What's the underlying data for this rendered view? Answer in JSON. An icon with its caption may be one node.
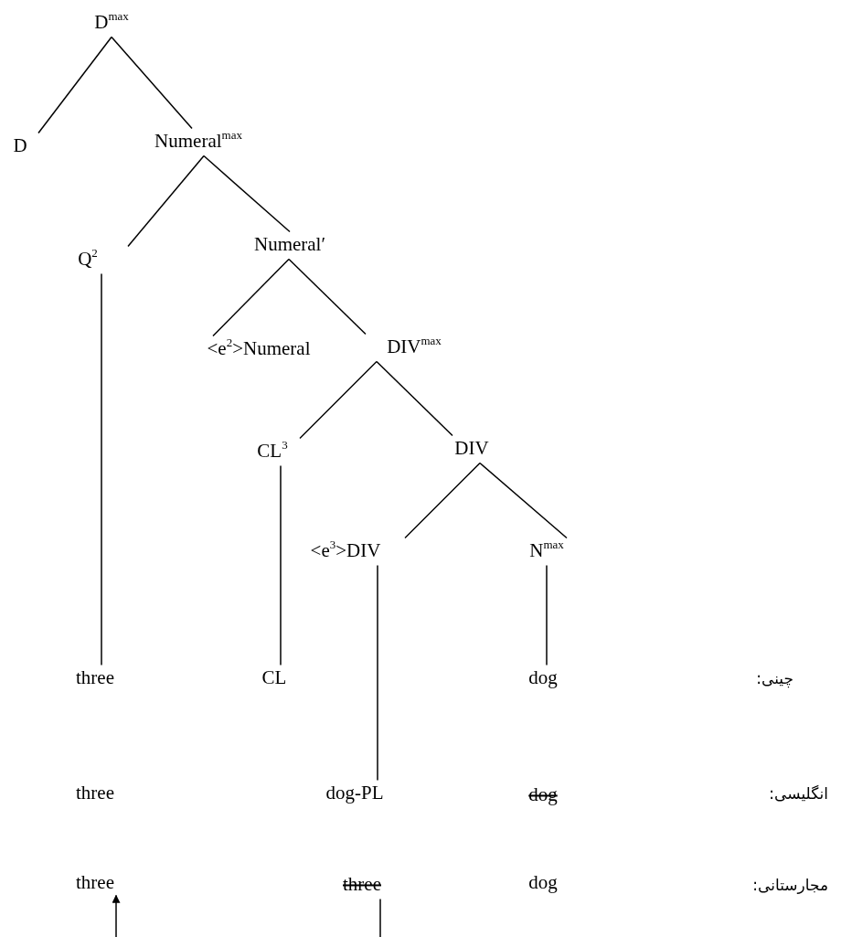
{
  "diagram": {
    "nodes": [
      {
        "text": [
          "D$^{max}$"
        ]
      },
      {
        "text": [
          "D"
        ]
      },
      {
        "text": [
          "Numeral$^{max}$"
        ]
      },
      {
        "text": [
          "Q$^{2}$"
        ]
      },
      {
        "text": [
          "Numeral′"
        ]
      },
      {
        "text": [
          "<e$^{2}$>Numeral"
        ]
      },
      {
        "text": [
          "DIV$^{max}$"
        ]
      },
      {
        "text": [
          "CL$^{3}$"
        ]
      },
      {
        "text": [
          "DIV"
        ]
      },
      {
        "text": [
          "<e$^{3}$>DIV"
        ]
      },
      {
        "text": [
          "N$^{max}$"
        ]
      },
      {
        "text": [
          "three"
        ]
      },
      {
        "text": [
          "CL"
        ]
      },
      {
        "text": [
          "dog"
        ]
      },
      {
        "text": [
          "three"
        ]
      },
      {
        "text": [
          "dog-PL"
        ]
      },
      {
        "text": [
          "dog"
        ]
      },
      {
        "text": [
          "three"
        ]
      },
      {
        "text": [
          "three"
        ]
      },
      {
        "text": [
          "dog"
        ]
      }
    ],
    "edges": [
      {
        "from": 0,
        "to": 1,
        "arrow": "none"
      },
      {
        "from": 0,
        "to": 2,
        "arrow": "none"
      },
      {
        "from": 2,
        "to": 3,
        "arrow": "none"
      },
      {
        "from": 2,
        "to": 4,
        "arrow": "none"
      },
      {
        "from": 4,
        "to": 5,
        "arrow": "none"
      },
      {
        "from": 4,
        "to": 6,
        "arrow": "none"
      },
      {
        "from": 6,
        "to": 7,
        "arrow": "none"
      },
      {
        "from": 6,
        "to": 8,
        "arrow": "none"
      },
      {
        "from": 8,
        "to": 9,
        "arrow": "none"
      },
      {
        "from": 8,
        "to": 10,
        "arrow": "none"
      },
      {
        "from": 3,
        "to": 11,
        "arrow": "none"
      },
      {
        "from": 7,
        "to": 12,
        "arrow": "none"
      },
      {
        "from": 10,
        "to": 13,
        "arrow": "none"
      },
      {
        "from": 9,
        "to": 15,
        "arrow": "none"
      },
      {
        "from": null,
        "to": 17,
        "arrow": "to"
      },
      {
        "from": 18,
        "to": null,
        "arrow": "none"
      }
    ],
    "labels": [
      "چینی:",
      "انگلیسی:",
      "مجارستانی:"
    ]
  }
}
